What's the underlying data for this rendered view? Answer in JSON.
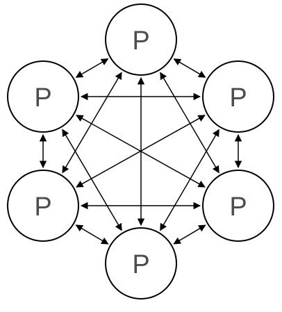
{
  "nodes": [
    {
      "id": "top",
      "label": "P"
    },
    {
      "id": "upper-right",
      "label": "P"
    },
    {
      "id": "lower-right",
      "label": "P"
    },
    {
      "id": "bottom",
      "label": "P"
    },
    {
      "id": "lower-left",
      "label": "P"
    },
    {
      "id": "upper-left",
      "label": "P"
    }
  ],
  "edges": [
    {
      "from": "top",
      "to": "upper-right",
      "arrows": "both"
    },
    {
      "from": "top",
      "to": "lower-right",
      "arrows": "both"
    },
    {
      "from": "top",
      "to": "bottom",
      "arrows": "both"
    },
    {
      "from": "top",
      "to": "lower-left",
      "arrows": "both"
    },
    {
      "from": "top",
      "to": "upper-left",
      "arrows": "both"
    },
    {
      "from": "upper-right",
      "to": "lower-right",
      "arrows": "both"
    },
    {
      "from": "upper-right",
      "to": "bottom",
      "arrows": "both"
    },
    {
      "from": "upper-right",
      "to": "lower-left",
      "arrows": "both"
    },
    {
      "from": "upper-right",
      "to": "upper-left",
      "arrows": "both"
    },
    {
      "from": "lower-right",
      "to": "bottom",
      "arrows": "both"
    },
    {
      "from": "lower-right",
      "to": "lower-left",
      "arrows": "both"
    },
    {
      "from": "lower-right",
      "to": "upper-left",
      "arrows": "both"
    },
    {
      "from": "bottom",
      "to": "lower-left",
      "arrows": "both"
    },
    {
      "from": "bottom",
      "to": "upper-left",
      "arrows": "both"
    },
    {
      "from": "lower-left",
      "to": "upper-left",
      "arrows": "both"
    }
  ],
  "colors": {
    "stroke": "#000000",
    "label": "#4d4d4d",
    "node_fill": "#ffffff",
    "background": "#ffffff"
  }
}
